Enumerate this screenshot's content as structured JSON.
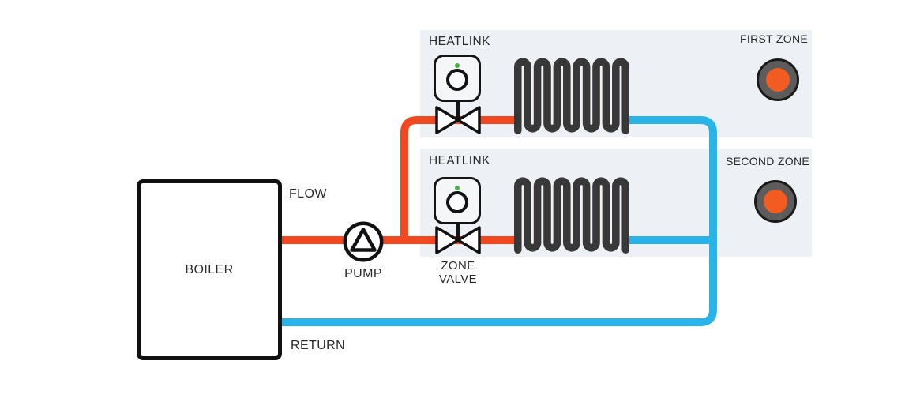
{
  "boiler": {
    "label": "BOILER"
  },
  "flow": {
    "label": "FLOW"
  },
  "return": {
    "label": "RETURN"
  },
  "pump": {
    "label": "PUMP"
  },
  "zone_valve": {
    "label_line1": "ZONE",
    "label_line2": "VALVE"
  },
  "zones": [
    {
      "controller": "HEATLINK",
      "name": "FIRST ZONE"
    },
    {
      "controller": "HEATLINK",
      "name": "SECOND ZONE"
    }
  ],
  "colors": {
    "flow_pipe": "#f2481f",
    "return_pipe": "#29b4e9",
    "coil": "#383838",
    "zone_panel": "#edf0f5",
    "outline": "#111111",
    "led": "#47b342",
    "thermostat_ring": "#5c5c5c",
    "thermostat_dial": "#f25c22"
  }
}
